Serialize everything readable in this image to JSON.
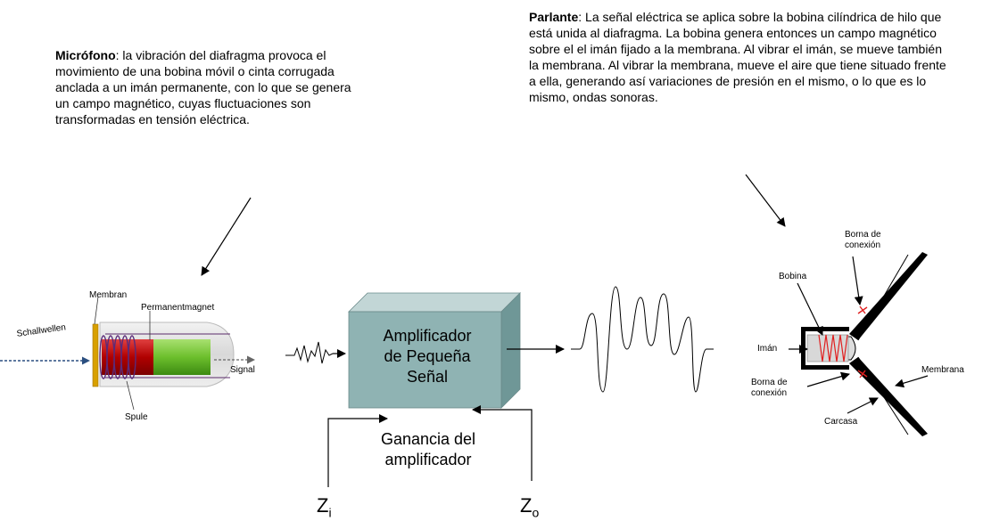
{
  "microphone": {
    "title": "Micrófono",
    "description": ": la vibración del diafragma provoca el movimiento de una bobina móvil o cinta corrugada anclada a un imán permanente, con lo que se genera un campo magnético, cuyas fluctuaciones son transformadas en tensión eléctrica.",
    "labels": {
      "membran": "Membran",
      "permanentmagnet": "Permanentmagnet",
      "schallwellen": "Schallwellen",
      "signal": "Signal",
      "spule": "Spule"
    }
  },
  "speaker": {
    "title": "Parlante",
    "description": ": La señal eléctrica se aplica sobre la bobina cilíndrica de hilo que está unida al diafragma. La bobina genera entonces un campo magnético sobre el el imán fijado a la membrana. Al vibrar el imán, se mueve también la membrana. Al vibrar la membrana, mueve el aire que tiene situado frente a ella, generando así variaciones de presión en el mismo, o lo que es lo mismo, ondas sonoras.",
    "labels": {
      "borna_top_1": "Borna de",
      "borna_top_2": "conexión",
      "bobina": "Bobina",
      "iman": "Imán",
      "borna_bottom_1": "Borna de",
      "borna_bottom_2": "conexión",
      "membrana": "Membrana",
      "carcasa": "Carcasa"
    }
  },
  "amplifier": {
    "line1": "Amplificador",
    "line2": "de Pequeña",
    "line3": "Señal",
    "body_color": "#8fb3b3",
    "top_color": "#c2d6d6",
    "side_color": "#6f9797"
  },
  "gain": {
    "line1": "Ganancia del",
    "line2": "amplificador"
  },
  "impedances": {
    "zi_main": "Z",
    "zi_sub": "i",
    "zo_main": "Z",
    "zo_sub": "o"
  }
}
